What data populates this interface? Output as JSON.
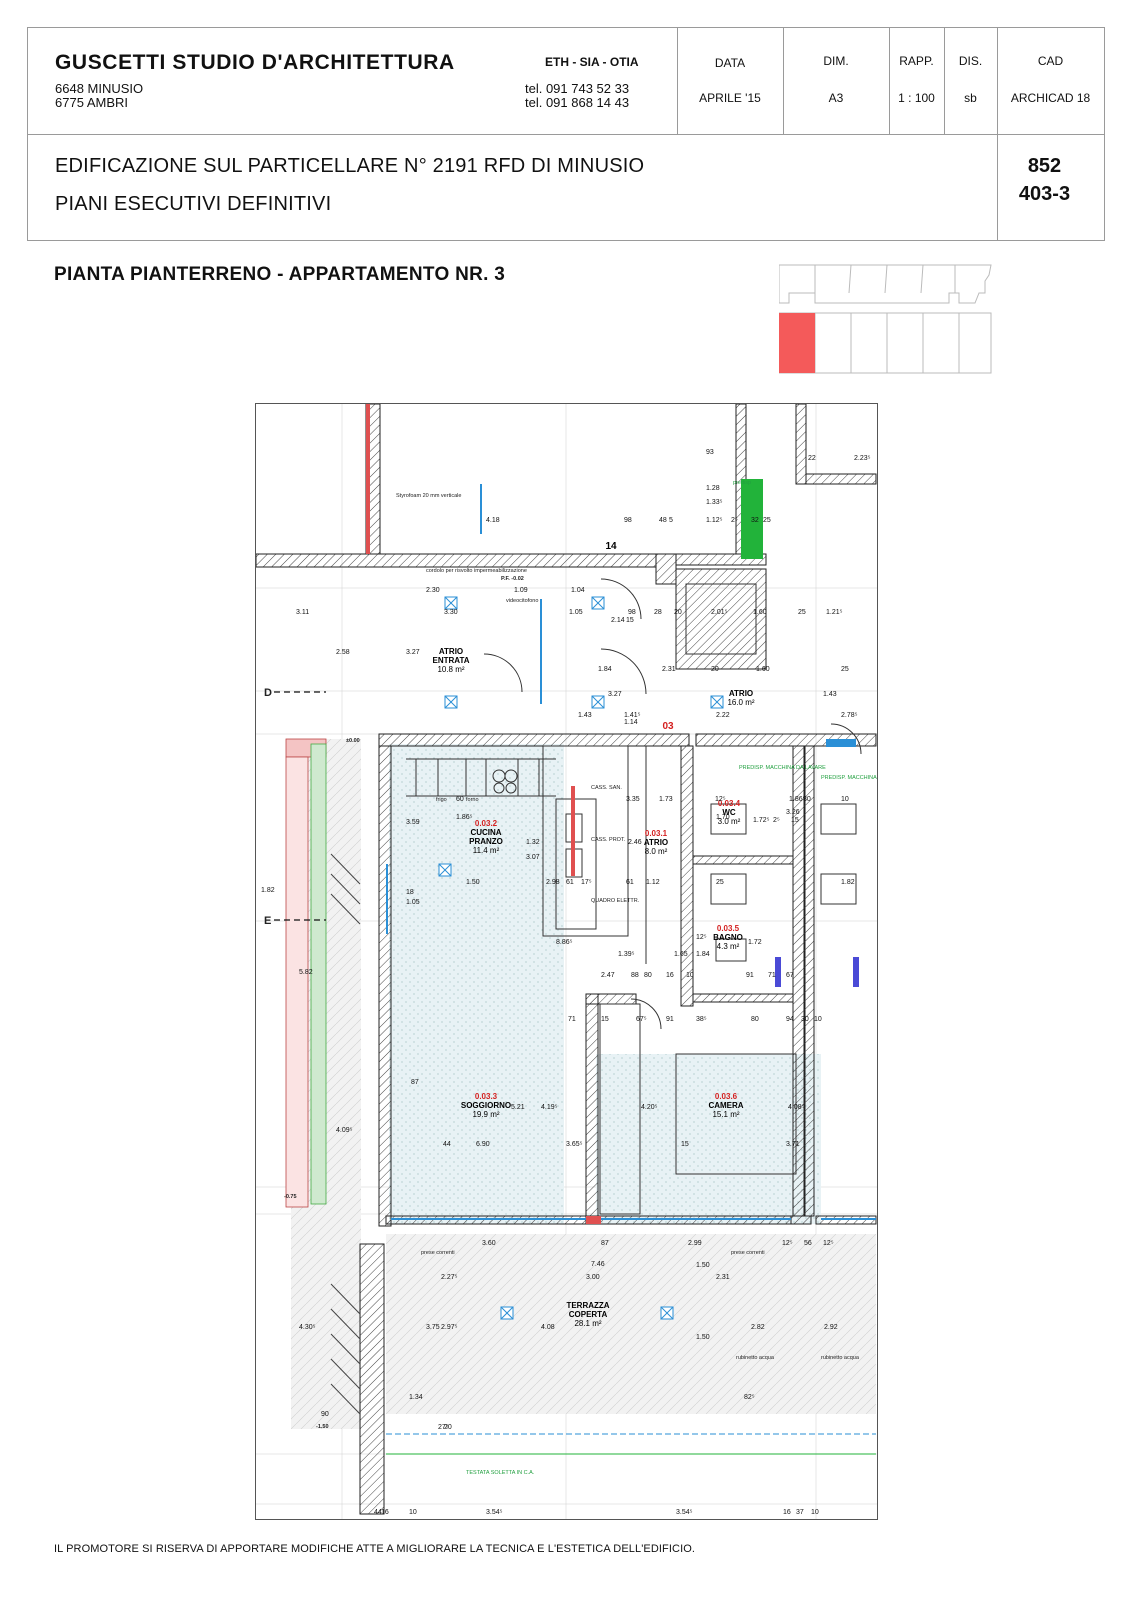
{
  "header": {
    "studio_name": "GUSCETTI  STUDIO  D'ARCHITETTURA",
    "address_1": "6648 MINUSIO",
    "address_2": "6775 AMBRI",
    "certifications": "ETH - SIA - OTIA",
    "phone_1": "tel. 091 743 52 33",
    "phone_2": "tel. 091 868 14 43",
    "fields": [
      {
        "label": "DATA",
        "value": "APRILE '15"
      },
      {
        "label": "DIM.",
        "value": "A3"
      },
      {
        "label": "RAPP.",
        "value": "1 : 100"
      },
      {
        "label": "DIS.",
        "value": "sb"
      },
      {
        "label": "CAD",
        "value": "ARCHICAD 18"
      }
    ],
    "project_line_1": "EDIFICAZIONE SUL PARTICELLARE N° 2191 RFD DI MINUSIO",
    "project_line_2": "PIANI  ESECUTIVI DEFINITIVI",
    "drawing_number_1": "852",
    "drawing_number_2": "403-3"
  },
  "plan_title": "PIANTA PIANTERRENO -  APPARTAMENTO NR. 3",
  "footer_note": "IL PROMOTORE SI RISERVA DI APPORTARE MODIFICHE ATTE A MIGLIORARE LA TECNICA E L'ESTETICA DELL'EDIFICIO.",
  "colors": {
    "highlight_red": "#f45a5a",
    "cut_red": "#e05050",
    "green_fill": "#22b33a",
    "blue_window": "#2a8fd6",
    "room_number_red": "#d42020",
    "wall_hatch": "#555555"
  },
  "rooms": [
    {
      "number": "",
      "name": "ATRIO",
      "name2": "ENTRATA",
      "area": "10.8 m²"
    },
    {
      "number": "",
      "name": "ATRIO",
      "name2": "",
      "area": "16.0 m²"
    },
    {
      "number": "03",
      "name": "",
      "name2": "",
      "area": ""
    },
    {
      "number": "0.03.2",
      "name": "CUCINA",
      "name2": "PRANZO",
      "area": "11.4 m²"
    },
    {
      "number": "0.03.1",
      "name": "ATRIO",
      "name2": "",
      "area": "8.0 m²"
    },
    {
      "number": "0.03.4",
      "name": "WC",
      "name2": "",
      "area": "3.0 m²"
    },
    {
      "number": "0.03.5",
      "name": "BAGNO",
      "name2": "",
      "area": "4.3 m²"
    },
    {
      "number": "0.03.3",
      "name": "SOGGIORNO",
      "name2": "",
      "area": "19.9 m²"
    },
    {
      "number": "0.03.6",
      "name": "CAMERA",
      "name2": "",
      "area": "15.1 m²"
    },
    {
      "number": "",
      "name": "TERRAZZA",
      "name2": "COPERTA",
      "area": "28.1 m²"
    },
    {
      "number": "14",
      "name": "",
      "name2": "",
      "area": ""
    }
  ],
  "annotations": [
    "Styrofoam 20 mm verticale",
    "cordolo per risvolto impermeabilizzazione",
    "P.F. -0.02",
    "videocitofono",
    "frigo",
    "forno",
    "CASS. SAN.",
    "CASS. PROT.",
    "QUADRO ELETTR.",
    "PREDISP. MACCHINA DA LAVARE",
    "prese correnti",
    "rubinetto acqua",
    "TESTATA SOLETTA IN C.A.",
    "predisp",
    "±0.00",
    "-0.75",
    "-1.50",
    "D",
    "E"
  ],
  "dimensions": [
    "4.18",
    "98",
    "48",
    "5",
    "1.12⁵",
    "2⁵",
    "32",
    "25",
    "93",
    "22",
    "2.23⁵",
    "1.28",
    "1.33⁵",
    "2.30",
    "1.09",
    "1.04",
    "3.11",
    "3.30",
    "1.05",
    "98",
    "28",
    "20",
    "2.01⁵",
    "1.60",
    "25",
    "1.21⁵",
    "15",
    "2.14",
    "1.84",
    "2.31",
    "20",
    "1.60",
    "25",
    "2.58",
    "3.27",
    "3.27",
    "1.43",
    "1.43",
    "1.41⁵",
    "1.14",
    "2.22",
    "2.78⁵",
    "60",
    "3.35",
    "1.73",
    "12⁵",
    "1.86⁵",
    "30",
    "10",
    "1.86⁵",
    "3.59",
    "1.32",
    "3.07",
    "2.46",
    "3.26",
    "1.70",
    "1.72⁵",
    "2⁵",
    "15",
    "18",
    "1.05",
    "1.50",
    "2.98",
    "61",
    "17⁵",
    "61",
    "1.12",
    "25",
    "1.82",
    "1.82",
    "5.82",
    "8.86⁵",
    "1.39⁵",
    "1.84",
    "1.72",
    "1.65",
    "12⁵",
    "2.47",
    "88",
    "80",
    "16",
    "10",
    "91",
    "71",
    "67",
    "71",
    "15",
    "67⁵",
    "91",
    "38⁵",
    "80",
    "94",
    "30",
    "10",
    "87",
    "5.21",
    "4.19⁵",
    "4.20⁵",
    "4.08⁵",
    "4.09⁵",
    "6.90",
    "3.65⁵",
    "15",
    "3.71",
    "44",
    "3.60",
    "87",
    "2.99",
    "12⁵",
    "56",
    "12⁵",
    "7.46",
    "2.27⁵",
    "3.00",
    "1.50",
    "2.31",
    "4.30⁵",
    "3.75",
    "2.97⁵",
    "4.08",
    "2.82",
    "2.92",
    "1.50",
    "1.34",
    "82⁵",
    "90",
    "27⁵",
    "20",
    "16",
    "10",
    "3.54⁵",
    "3.54⁵",
    "16",
    "37",
    "10",
    "44"
  ]
}
